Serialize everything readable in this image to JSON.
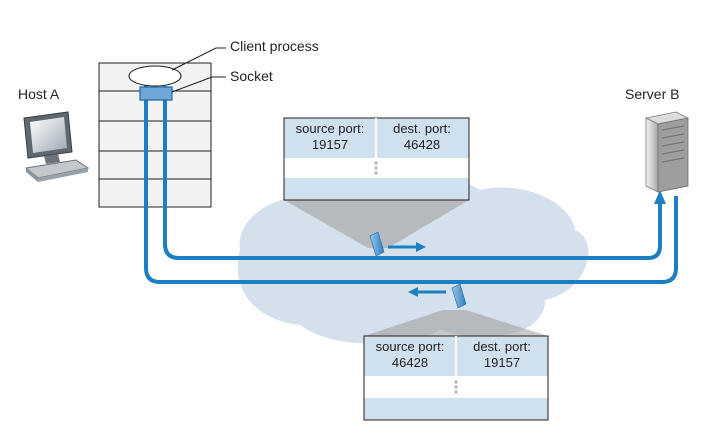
{
  "labels": {
    "client_process": "Client process",
    "socket": "Socket",
    "host_a": "Host A",
    "server_b": "Server B"
  },
  "segment_top": {
    "source_port_label": "source port:",
    "source_port_value": "19157",
    "dest_port_label": "dest. port:",
    "dest_port_value": "46428"
  },
  "segment_bottom": {
    "source_port_label": "source port:",
    "source_port_value": "46428",
    "dest_port_label": "dest. port:",
    "dest_port_value": "19157"
  },
  "colors": {
    "connection": "#1c7fc0",
    "segment_fill": "#cfe0ef",
    "cloud": "#d4e0ec",
    "rack_fill": "#f2f2f2"
  }
}
